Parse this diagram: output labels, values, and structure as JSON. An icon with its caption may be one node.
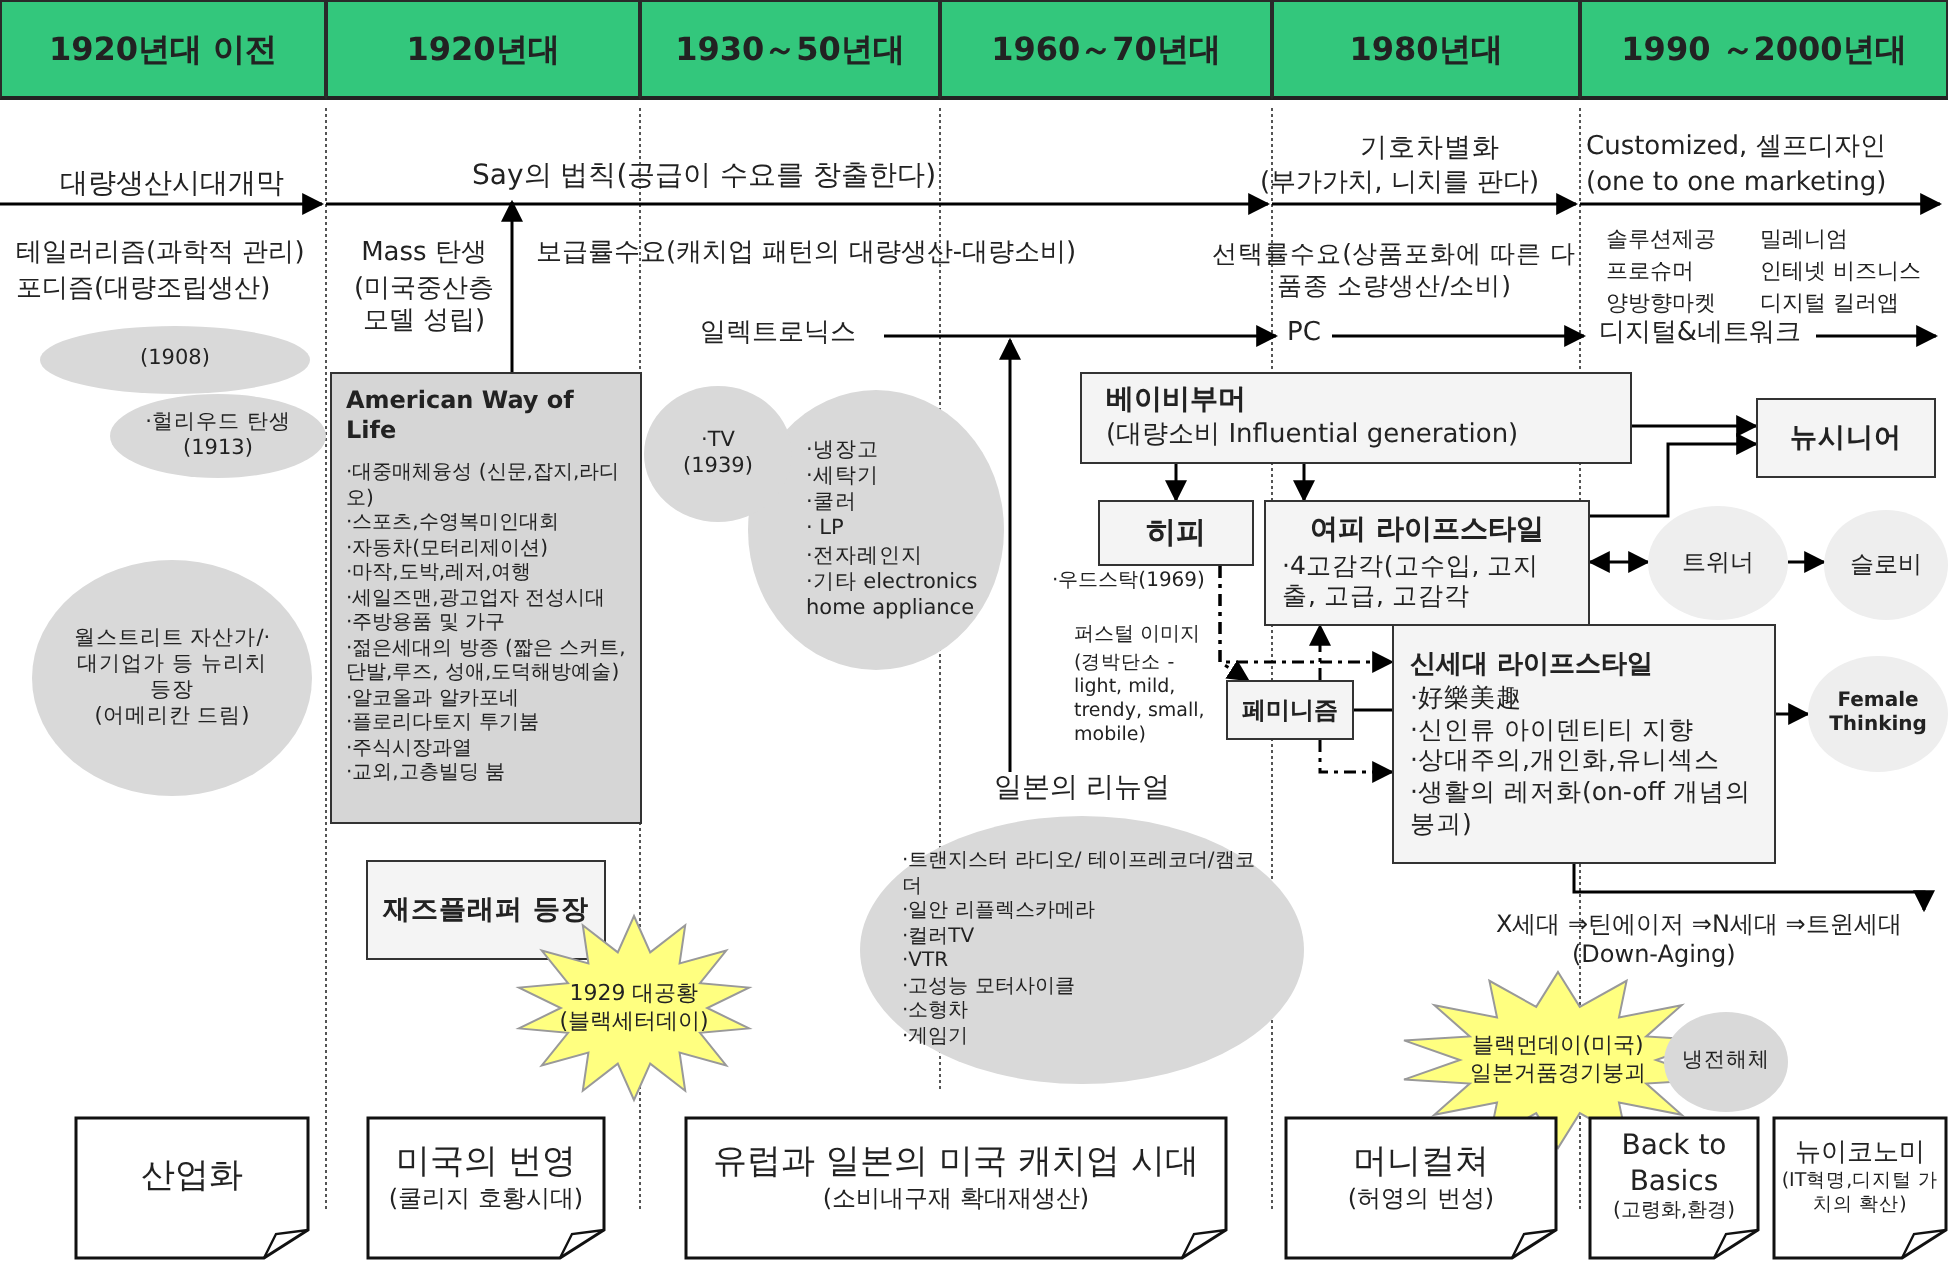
{
  "diagram": {
    "nodes": [
      {
        "text": [
          "1920년대 이전"
        ]
      },
      {
        "text": [
          "1920년대"
        ]
      },
      {
        "text": [
          "1930～50년대"
        ]
      },
      {
        "text": [
          "1960～70년대"
        ]
      },
      {
        "text": [
          "1980년대"
        ]
      },
      {
        "text": [
          "1990 ～2000년대"
        ]
      },
      {
        "text": [
          "(1908)"
        ]
      },
      {
        "text": [
          "·헐리우드 탄생",
          "(1913)"
        ]
      },
      {
        "text": [
          "월스트리트 자산가/·대기업가 등 뉴리치 등장",
          "(어메리칸 드림)"
        ]
      },
      {
        "text": [
          "American Way of Life",
          "·대중매체융성 (신문,잡지,라디오)",
          "·스포츠,수영복미인대회",
          "·자동차(모터리제이션)",
          "·마작,도박,레저,여행",
          "·세일즈맨,광고업자 전성시대",
          "·주방용품 및 가구",
          "·젊은세대의 방종 (짧은 스커트,단발,루즈, 성애,도덕해방예술)",
          "·알코올과 알카포네",
          "·플로리다토지 투기붐",
          "·주식시장과열",
          "·교외,고층빌딩 붐"
        ]
      },
      {
        "text": [
          "재즈플래퍼 등장"
        ]
      },
      {
        "text": [
          "·TV",
          "(1939)"
        ]
      },
      {
        "text": [
          "·냉장고",
          "·세탁기",
          "·쿨러",
          "· LP",
          "·전자레인지",
          "·기타 electronics home appliance"
        ]
      },
      {
        "text": [
          "베이비부머",
          "(대량소비 Influential generation)"
        ]
      },
      {
        "text": [
          "뉴시니어"
        ]
      },
      {
        "text": [
          "히피"
        ],
        "beside": [
          "·우드스탁(1969)"
        ]
      },
      {
        "text": [
          "여피 라이프스타일",
          "·4고감각(고수입, 고지출, 고급, 고감각"
        ]
      },
      {
        "text": [
          "트위너"
        ]
      },
      {
        "text": [
          "슬로비"
        ]
      },
      {
        "text": [
          "페미니즘"
        ]
      },
      {
        "text": [
          "신세대 라이프스타일",
          "·好樂美趣",
          "·신인류 아이덴티티 지향",
          "·상대주의,개인화,유니섹스",
          "·생활의 레저화(on-off 개념의 붕괴)"
        ]
      },
      {
        "text": [
          "Female Thinking"
        ]
      },
      {
        "text": [
          "1929 대공황",
          "(블랙세터데이)"
        ]
      },
      {
        "text": [
          "일본의 리뉴얼",
          "·트랜지스터 라디오/ 테이프레코더/캠코더",
          "·일안 리플렉스카메라",
          "·컬러TV",
          "·VTR",
          "·고성능 모터사이클",
          "·소형차",
          "·게임기"
        ]
      },
      {
        "text": [
          "블랙먼데이(미국)",
          "일본거품경기붕괴"
        ]
      },
      {
        "text": [
          "냉전해체"
        ]
      },
      {
        "text": [
          "산업화"
        ]
      },
      {
        "text": [
          "미국의 번영",
          "(쿨리지 호황시대)"
        ]
      },
      {
        "text": [
          "유럽과 일본의 미국 캐치업 시대",
          "(소비내구재 확대재생산)"
        ]
      },
      {
        "text": [
          "머니컬쳐",
          "(허영의 번성)"
        ]
      },
      {
        "text": [
          "Back to Basics",
          "(고령화,환경)"
        ]
      },
      {
        "text": [
          "뉴이코노미",
          "(IT혁명,디지털 가치의 확산)"
        ]
      },
      {
        "text": [
          "Say의 법칙(공급이 수요를 창출한다)"
        ]
      },
      {
        "text": [
          "X세대 ⇒틴에이저 ⇒N세대 ⇒트윈세대",
          "(Down-Aging)"
        ]
      },
      {
        "text": [
          "일렉트로닉스"
        ]
      },
      {
        "text": [
          "PC"
        ]
      },
      {
        "text": [
          "디지털&네트워크"
        ]
      }
    ],
    "edges": [
      {
        "from": 9,
        "to": 32,
        "arrow": "to"
      },
      {
        "from": 23,
        "to": null,
        "arrow": "to"
      },
      {
        "from": 13,
        "to": 15,
        "arrow": "to"
      },
      {
        "from": 13,
        "to": 16,
        "arrow": "to"
      },
      {
        "from": 13,
        "to": 14,
        "arrow": "to"
      },
      {
        "from": 16,
        "to": 14,
        "arrow": "to"
      },
      {
        "from": 16,
        "to": 17,
        "arrow": "both"
      },
      {
        "from": 17,
        "to": 18,
        "arrow": "to"
      },
      {
        "from": 15,
        "to": 19,
        "arrow": "to",
        "style": "dashed"
      },
      {
        "from": 15,
        "to": 20,
        "arrow": "to",
        "style": "dashed"
      },
      {
        "from": 19,
        "to": 16,
        "arrow": "to",
        "style": "dashed"
      },
      {
        "from": 19,
        "to": 20,
        "arrow": "to",
        "style": "dashed"
      },
      {
        "from": 19,
        "to": 20,
        "arrow": "none"
      },
      {
        "from": 20,
        "to": 21,
        "arrow": "to"
      },
      {
        "from": 20,
        "to": 33,
        "arrow": "to"
      },
      {
        "from": 34,
        "to": 35,
        "arrow": "to"
      },
      {
        "from": 35,
        "to": 36,
        "arrow": "to"
      },
      {
        "from": 36,
        "to": null,
        "arrow": "to"
      }
    ],
    "labels": [
      "대량생산시대개막",
      "기호차별화",
      "(부가가치, 니치를 판다)",
      "Customized, 셀프디자인",
      "(one to one marketing)",
      "테일러리즘(과학적 관리)",
      "포디즘(대량조립생산)",
      "Mass 탄생",
      "(미국중산층 모델 성립)",
      "보급률수요(캐치업 패턴의 대량생산-대량소비)",
      "선택률수요(상품포화에 따른 다품종 소량생산/소비)",
      "솔루션제공",
      "밀레니엄",
      "프로슈머",
      "인테넷 비즈니스",
      "양방향마켓",
      "디지털 킬러앱",
      "퍼스털 이미지",
      "(경박단소 - light, mild, trendy, small, mobile)"
    ]
  }
}
